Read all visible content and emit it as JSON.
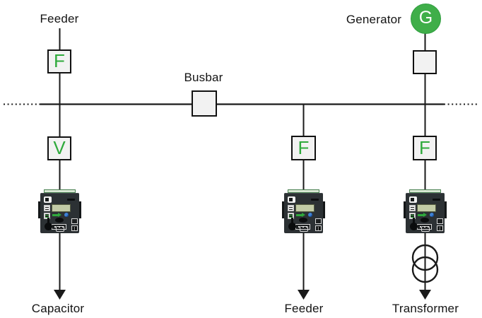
{
  "labels": {
    "feeder_top": "Feeder",
    "generator": "Generator",
    "busbar": "Busbar",
    "capacitor": "Capacitor",
    "feeder_bottom": "Feeder",
    "transformer": "Transformer"
  },
  "function_boxes": {
    "incoming_feeder": "F",
    "capacitor_branch": "V",
    "feeder_branch": "F",
    "transformer_branch": "F"
  },
  "generator_symbol": "G",
  "colors": {
    "green": "#2faa3c",
    "generator_green": "#3fae49",
    "box_fill": "#f2f2f2",
    "line": "#1a1a1a",
    "relay_body": "#2c3134",
    "relay_lcd": "#c2cba6",
    "relay_strip": "#d9e8d4",
    "relay_blue": "#3f82d6"
  }
}
